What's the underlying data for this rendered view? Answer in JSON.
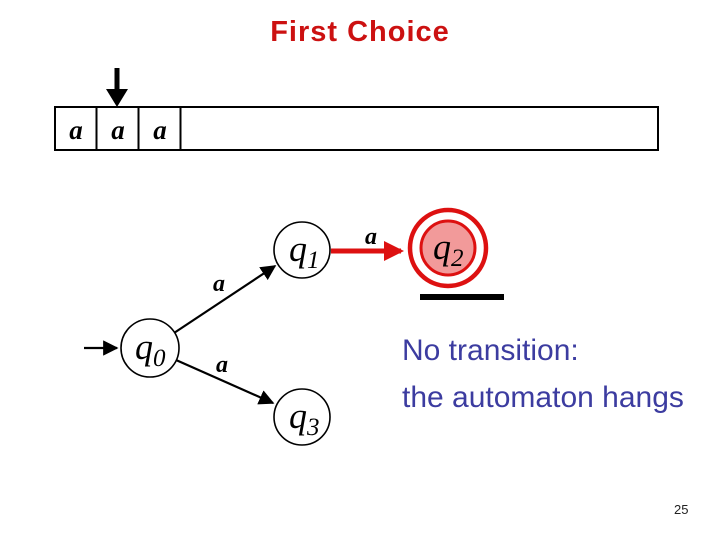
{
  "slide": {
    "title": "First Choice",
    "page_number": "25"
  },
  "tape": {
    "cells": [
      "a",
      "a",
      "a"
    ],
    "head_cell_index": 1
  },
  "automaton": {
    "states": [
      {
        "name": "q0",
        "letter": "q",
        "sub": "0",
        "kind": "start"
      },
      {
        "name": "q1",
        "letter": "q",
        "sub": "1",
        "kind": "normal"
      },
      {
        "name": "q2",
        "letter": "q",
        "sub": "2",
        "kind": "accepting-highlighted"
      },
      {
        "name": "q3",
        "letter": "q",
        "sub": "3",
        "kind": "normal"
      }
    ],
    "transitions": [
      {
        "from": "q0",
        "to": "q1",
        "label": "a",
        "color": "black"
      },
      {
        "from": "q0",
        "to": "q3",
        "label": "a",
        "color": "black"
      },
      {
        "from": "q1",
        "to": "q2",
        "label": "a",
        "color": "red"
      }
    ]
  },
  "annotation": {
    "line1": "No transition:",
    "line2": "the automaton hangs"
  },
  "colors": {
    "title_red": "#cc1111",
    "accent_red": "#dd1111",
    "state_pink": "#f29a9a",
    "annotation_blue": "#3c3ca0",
    "ink": "#000000"
  }
}
